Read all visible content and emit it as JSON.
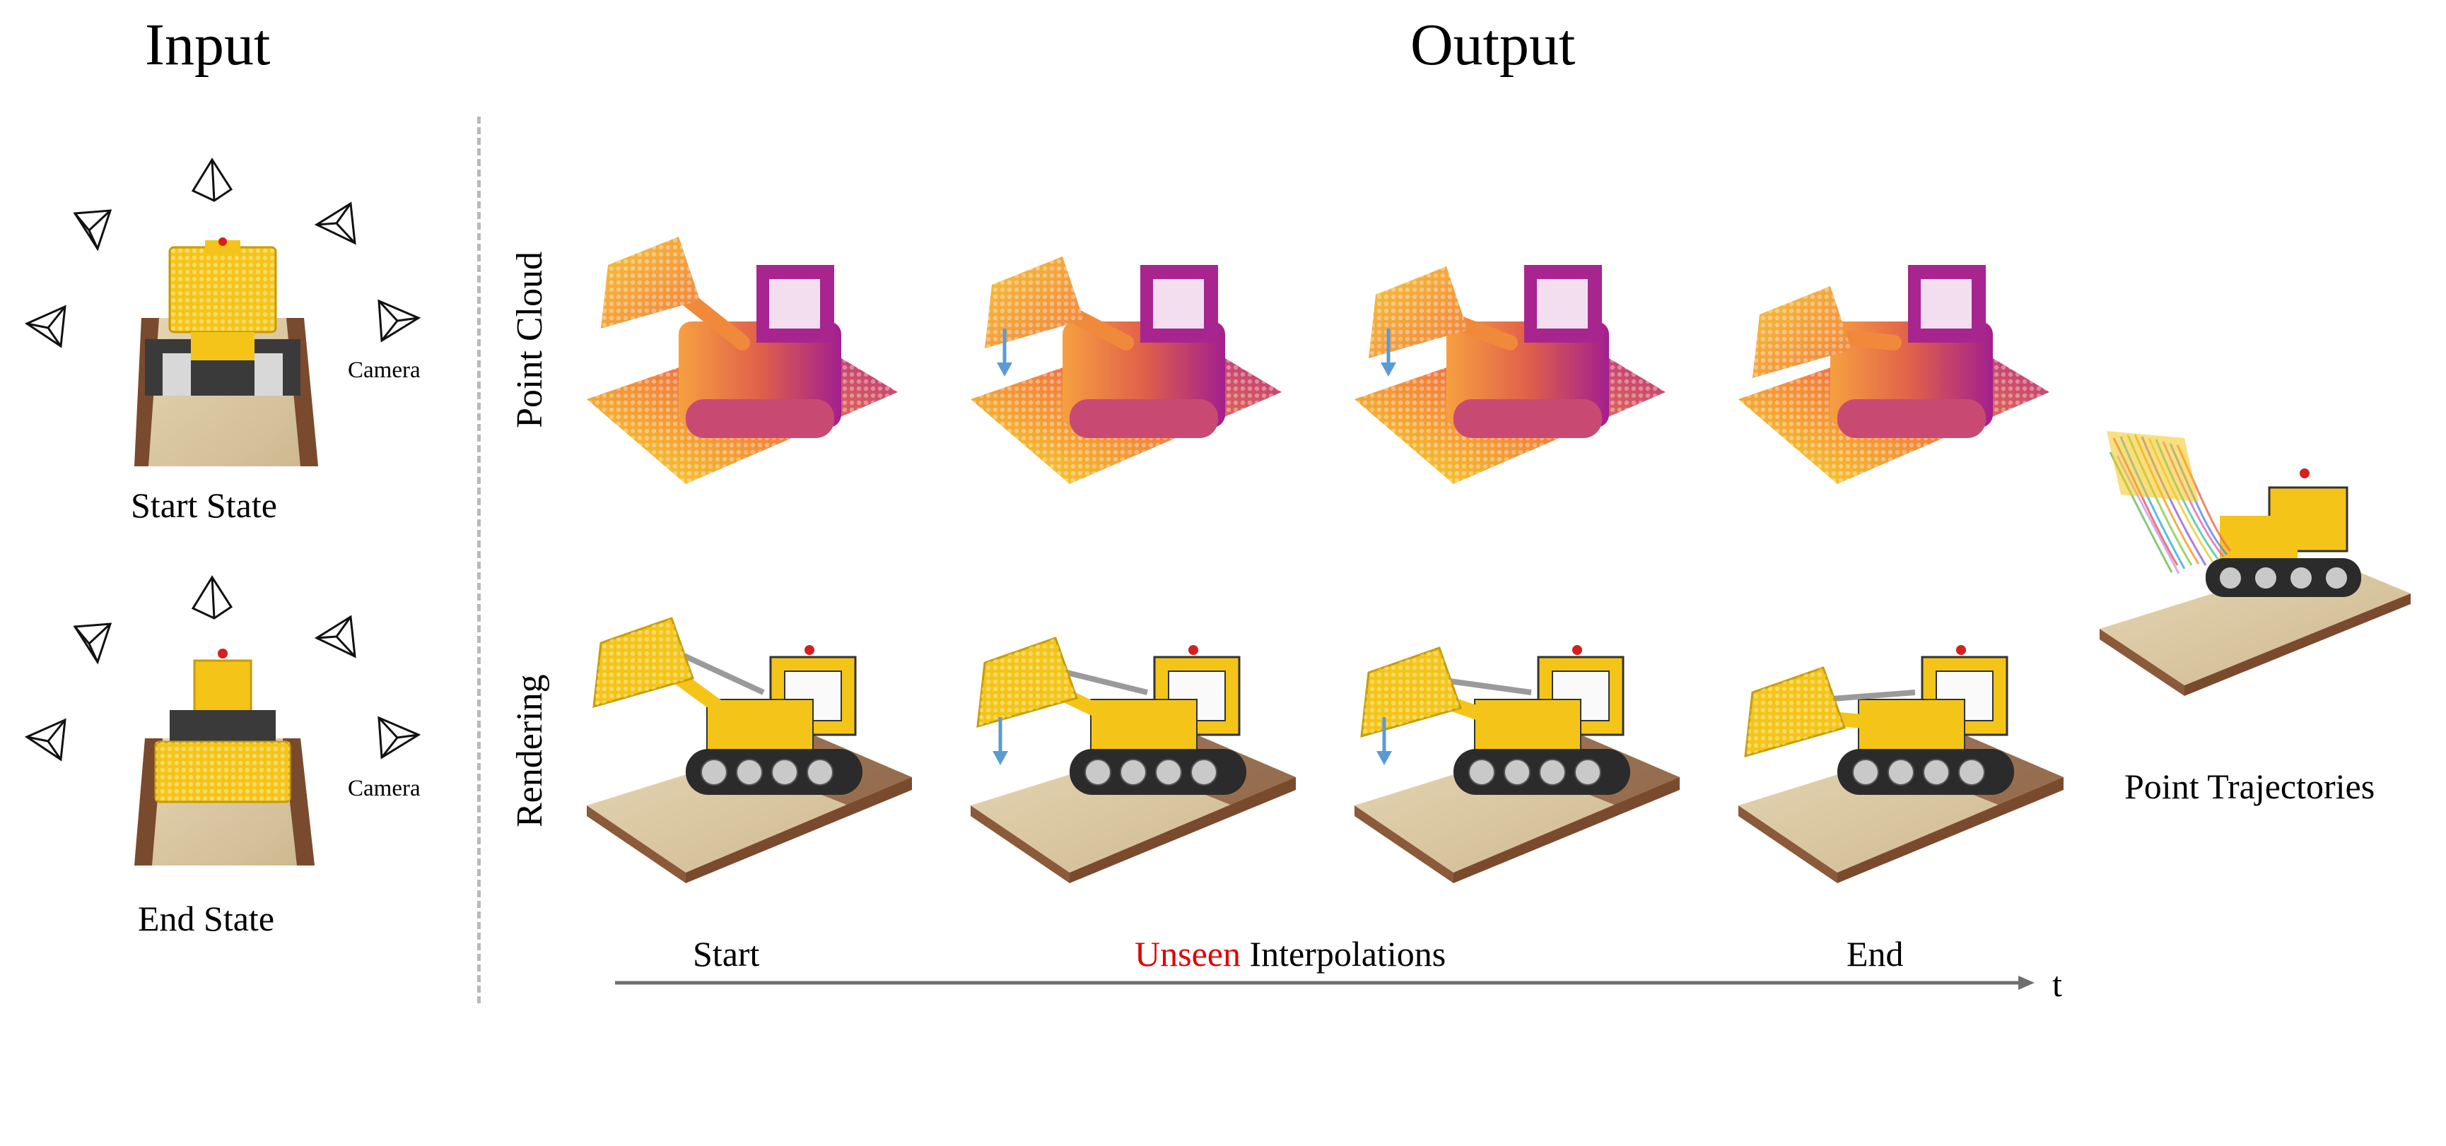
{
  "input": {
    "title": "Input",
    "start_label": "Start State",
    "end_label": "End State",
    "camera_label": "Camera"
  },
  "output": {
    "title": "Output",
    "row_point_cloud": "Point Cloud",
    "row_rendering": "Rendering",
    "trajectories_label": "Point Trajectories"
  },
  "timeline": {
    "start": "Start",
    "unseen": "Unseen",
    "interpolations": "Interpolations",
    "end": "End",
    "t": "t"
  },
  "colors": {
    "unseen_red": "#e00000",
    "arrow_blue": "#5b9bd5",
    "axis_gray": "#6e6e6e",
    "lego_yellow": "#f4c518",
    "plasma_magenta": "#b0258f",
    "plasma_orange": "#f3843a",
    "plasma_yellow": "#f6df2a",
    "board_tan": "#d9c6a0",
    "board_brown": "#7a4a2e"
  },
  "icons": [
    "camera-frustum-icon",
    "down-arrow-icon",
    "time-axis-arrow-icon"
  ]
}
